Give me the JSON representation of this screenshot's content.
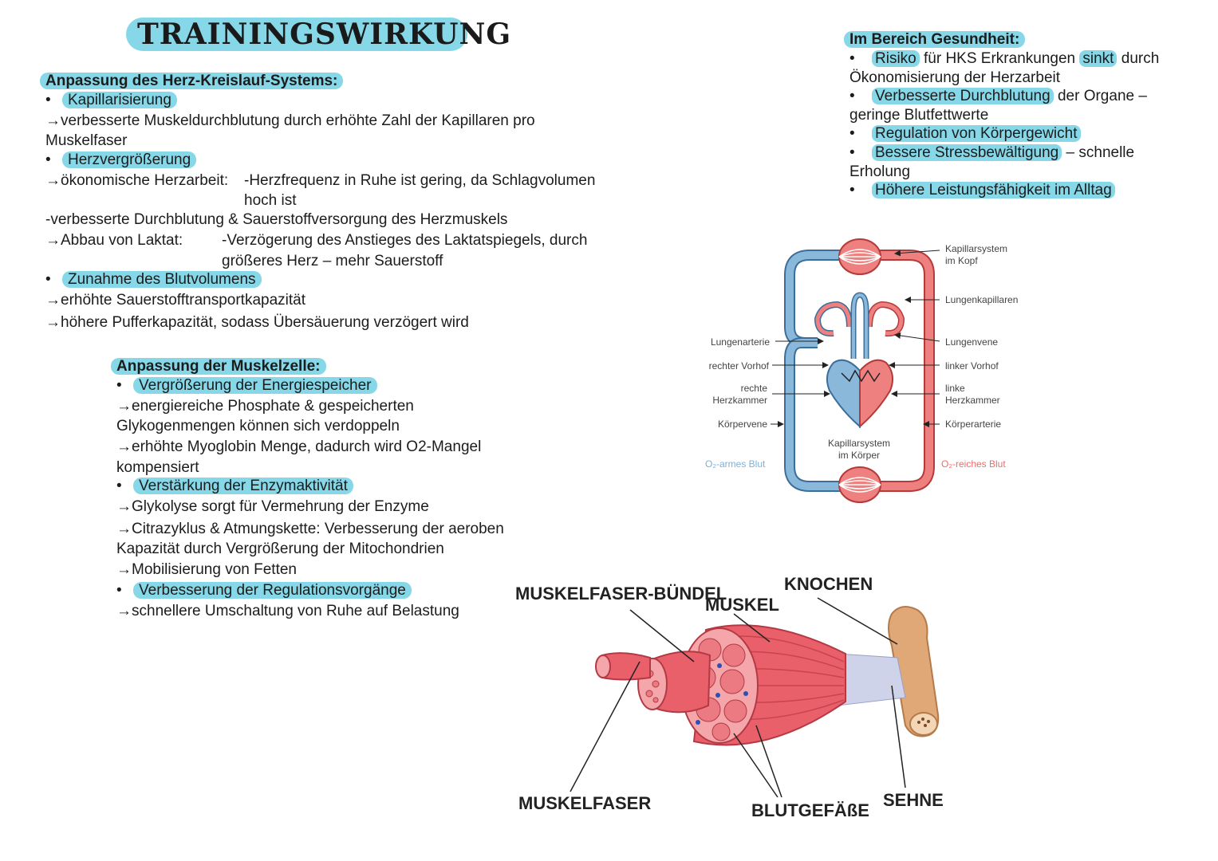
{
  "title": "TRAININGSWIRKUNG",
  "herz": {
    "heading": "Anpassung des Herz-Kreislauf-Systems:",
    "bullet": "•",
    "b1": "Kapillarisierung",
    "l1": "→verbesserte Muskeldurchblutung durch erhöhte Zahl der Kapillaren pro",
    "l2": "Muskelfaser",
    "b2": "Herzvergrößerung",
    "l3a": "→ökonomische Herzarbeit:",
    "l3b": "-Herzfrequenz in Ruhe ist gering, da Schlagvolumen",
    "l4": "hoch ist",
    "l5": "-verbesserte Durchblutung & Sauerstoffversorgung des Herzmuskels",
    "l6a": "→Abbau von Laktat:",
    "l6b": "-Verzögerung des Anstieges des Laktatspiegels, durch",
    "l7": "größeres Herz – mehr Sauerstoff",
    "b3": "Zunahme des Blutvolumens",
    "l8": "→erhöhte Sauerstofftransportkapazität",
    "l9": "→höhere Pufferkapazität, sodass Übersäuerung verzögert wird"
  },
  "muskel": {
    "heading": "Anpassung der Muskelzelle:",
    "b1": "Vergrößerung der Energiespeicher",
    "l1": "→energiereiche Phosphate & gespeicherten",
    "l2": "Glykogenmengen können sich verdoppeln",
    "l3": "→erhöhte Myoglobin Menge, dadurch wird O2-Mangel",
    "l4": "kompensiert",
    "b2": "Verstärkung der Enzymaktivität",
    "l5": "→Glykolyse sorgt für Vermehrung der Enzyme",
    "l6": "→Citrazyklus & Atmungskette: Verbesserung der aeroben",
    "l7": "Kapazität durch Vergrößerung der Mitochondrien",
    "l8": "→Mobilisierung von Fetten",
    "b3": "Verbesserung der Regulationsvorgänge",
    "l9": "→schnellere Umschaltung von Ruhe auf Belastung"
  },
  "gesundheit": {
    "heading": "Im Bereich Gesundheit:",
    "i1a": "Risiko",
    "i1b": " für HKS Erkrankungen ",
    "i1c": "sinkt",
    "i1d": " durch",
    "i1e": "Ökonomisierung der Herzarbeit",
    "i2a": "Verbesserte Durchblutung",
    "i2b": " der Organe –",
    "i2c": "geringe Blutfettwerte",
    "i3": "Regulation von Körpergewicht",
    "i4a": "Bessere Stressbewältigung",
    "i4b": " – schnelle",
    "i4c": "Erholung",
    "i5": "Höhere Leistungsfähigkeit im Alltag"
  },
  "kreislauf": {
    "kopf": "Kapillarsystem",
    "kopf2": "im Kopf",
    "lungenkap": "Lungenkapillaren",
    "lungenarterie": "Lungenarterie",
    "lungenvene": "Lungenvene",
    "rechter_vorhof": "rechter Vorhof",
    "linker_vorhof": "linker Vorhof",
    "rechte": "rechte",
    "herzkammer": "Herzkammer",
    "linke": "linke",
    "koerpervene": "Körpervene",
    "koerperarterie": "Körperarterie",
    "koerper1": "Kapillarsystem",
    "koerper2": "im Körper",
    "o2_arm": "O₂-armes Blut",
    "o2_reich": "O₂-reiches Blut",
    "color_blue": "#7fb0d6",
    "color_red": "#e86f6f"
  },
  "muskelbild": {
    "buendel": "MUSKELFASER-BÜNDEL",
    "muskel": "MUSKEL",
    "knochen": "KNOCHEN",
    "muskelfaser": "MUSKELFASER",
    "blutgefaesse": "BLUTGEFÄßE",
    "sehne": "SEHNE"
  }
}
